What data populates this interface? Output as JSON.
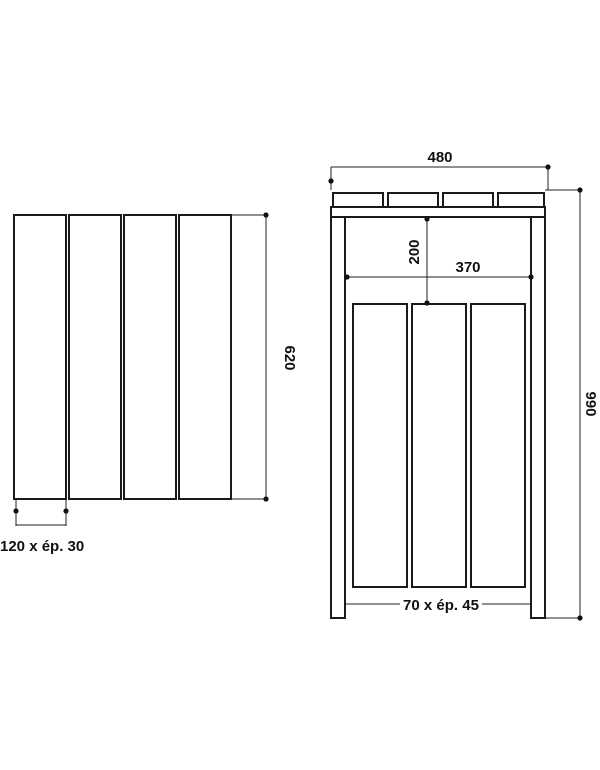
{
  "front_view": {
    "plank_count": 4,
    "height_label": "620",
    "plank_section_label": "120 x ép. 30"
  },
  "side_view": {
    "top_slat_count": 4,
    "inner_plank_count": 3,
    "width_label": "480",
    "height_label": "990",
    "depth_label": "200",
    "inner_width_label": "370",
    "post_section_label": "70 x ép. 45"
  }
}
